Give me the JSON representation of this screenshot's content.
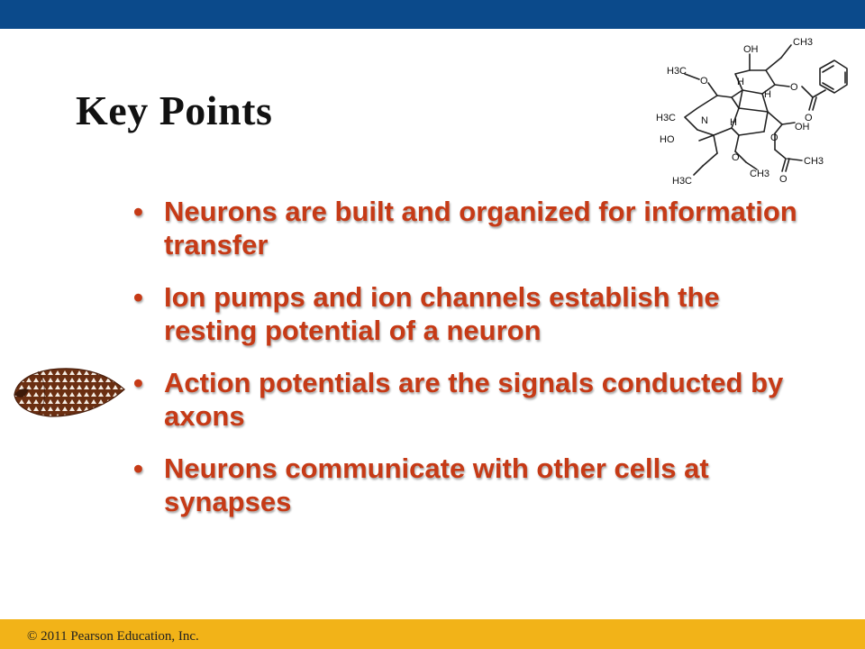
{
  "slide": {
    "title": "Key Points",
    "bullet_glyph": "•",
    "bullets": [
      "Neurons are built and organized for information transfer",
      "Ion pumps and ion channels establish the resting potential of a neuron",
      "Action potentials are the signals conducted by axons",
      "Neurons communicate with other cells at synapses"
    ]
  },
  "molecule": {
    "labels": [
      "OH",
      "CH3",
      "H3C",
      "O",
      "H",
      "H",
      "O",
      "O",
      "H3C",
      "N",
      "HO",
      "H",
      "OH",
      "O",
      "O",
      "CH3",
      "H3C",
      "O",
      "CH3"
    ]
  },
  "footer": {
    "copyright": "© 2011 Pearson Education, Inc."
  },
  "colors": {
    "top_bar": "#0b4a8b",
    "footer_bar": "#f2b318",
    "bullet_text": "#c63a16",
    "title_text": "#111111"
  }
}
